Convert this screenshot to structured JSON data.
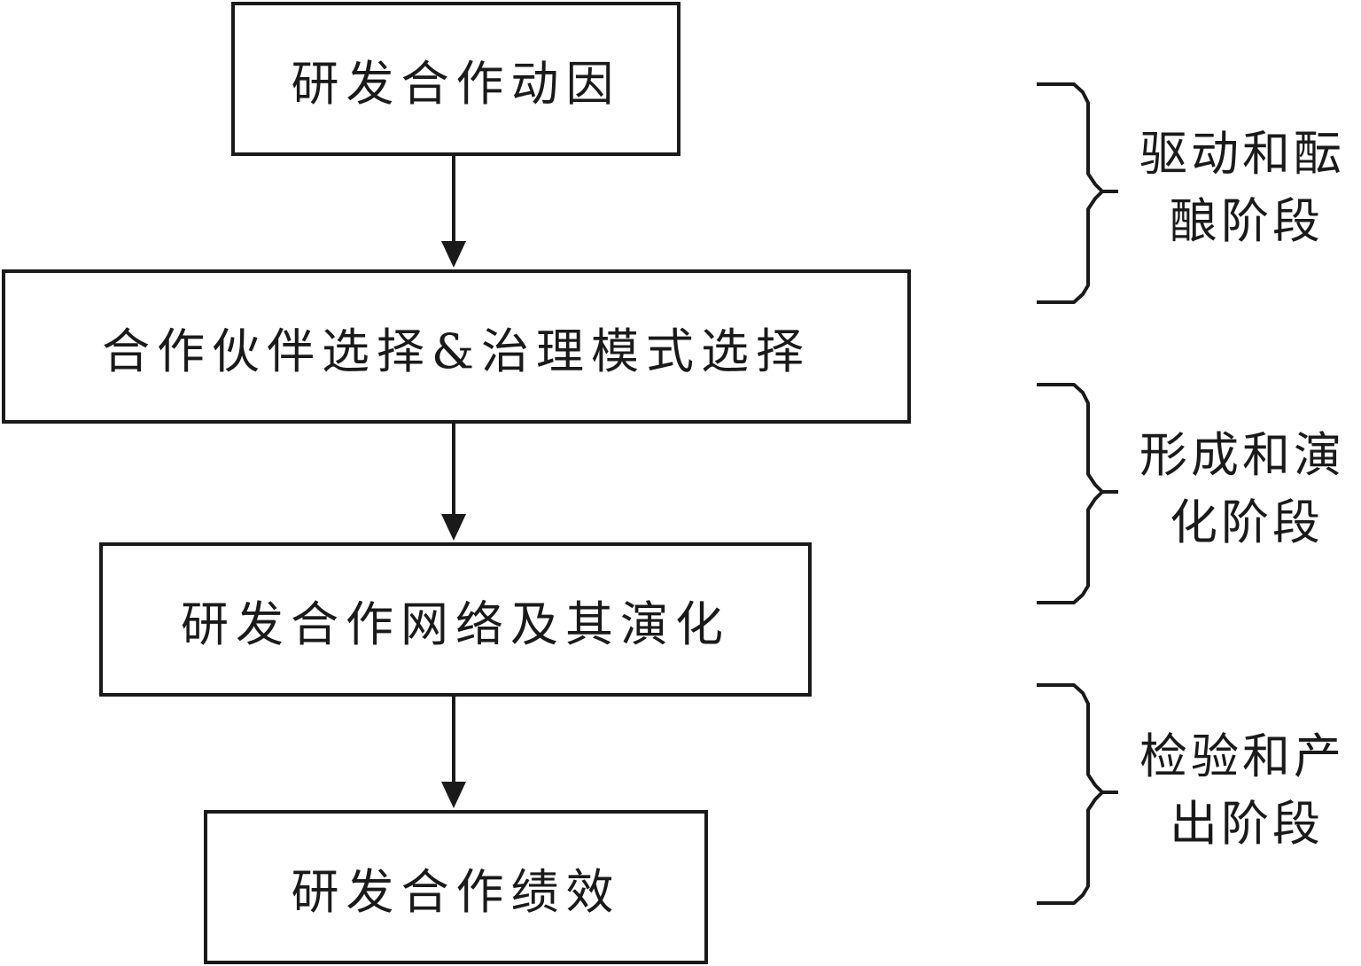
{
  "flow": {
    "steps": [
      {
        "label": "研发合作动因"
      },
      {
        "label": "合作伙伴选择&治理模式选择"
      },
      {
        "label": "研发合作网络及其演化"
      },
      {
        "label": "研发合作绩效"
      }
    ]
  },
  "stages": [
    {
      "line1": "驱动和酝",
      "line2": "酿阶段"
    },
    {
      "line1": "形成和演",
      "line2": "化阶段"
    },
    {
      "line1": "检验和产",
      "line2": "出阶段"
    }
  ]
}
